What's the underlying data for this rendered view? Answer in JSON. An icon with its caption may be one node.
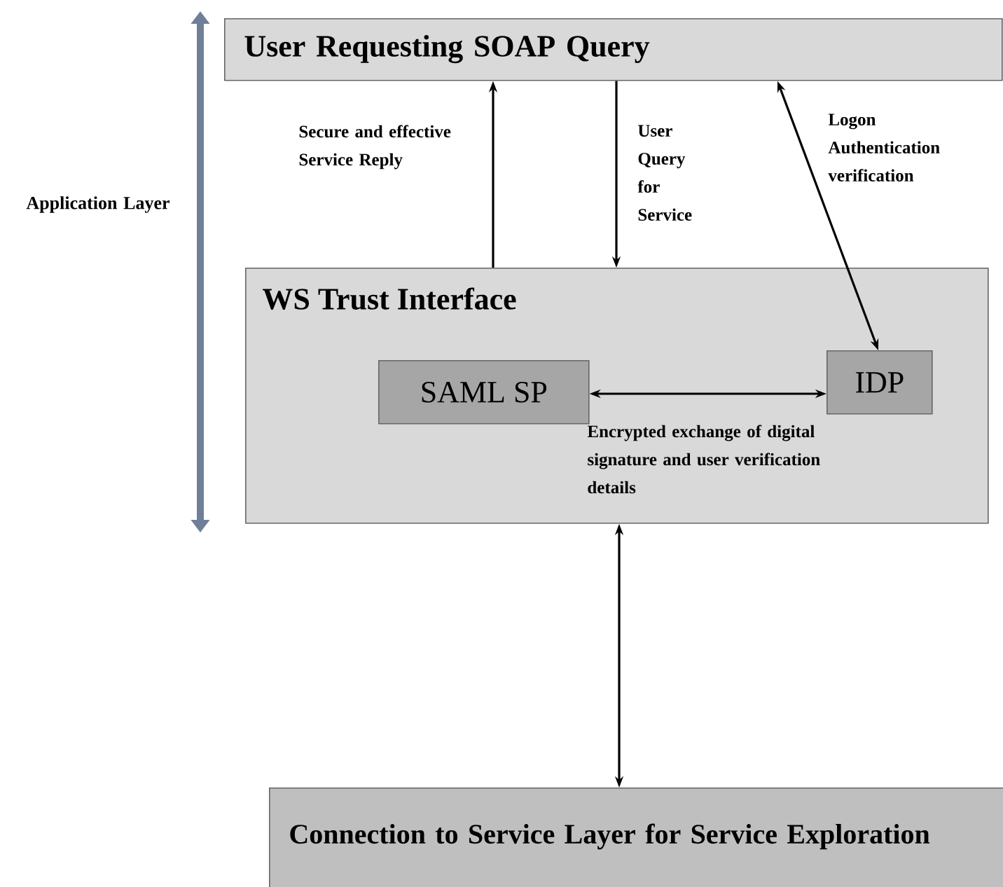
{
  "diagram": {
    "nodes": [
      {
        "text": [
          "User Requesting SOAP Query"
        ]
      },
      {
        "text": [
          "WS Trust Interface"
        ]
      },
      {
        "text": [
          "SAML SP"
        ],
        "in": 1
      },
      {
        "text": [
          "IDP"
        ],
        "in": 1
      },
      {
        "text": [
          "Connection to Service Layer for Service Exploration"
        ]
      }
    ],
    "edges": [
      {
        "from": 1,
        "to": 0,
        "arrow": "to",
        "label": "Secure and effective Service Reply"
      },
      {
        "from": 0,
        "to": 1,
        "arrow": "to",
        "label": "User Query for Service"
      },
      {
        "from": 0,
        "to": 3,
        "arrow": "both",
        "label": "Logon Authentication verification"
      },
      {
        "from": 2,
        "to": 3,
        "arrow": "both",
        "label": "Encrypted exchange of digital signature and user verification details"
      },
      {
        "from": 1,
        "to": 4,
        "arrow": "both"
      }
    ],
    "labels": [
      "Application Layer"
    ]
  }
}
